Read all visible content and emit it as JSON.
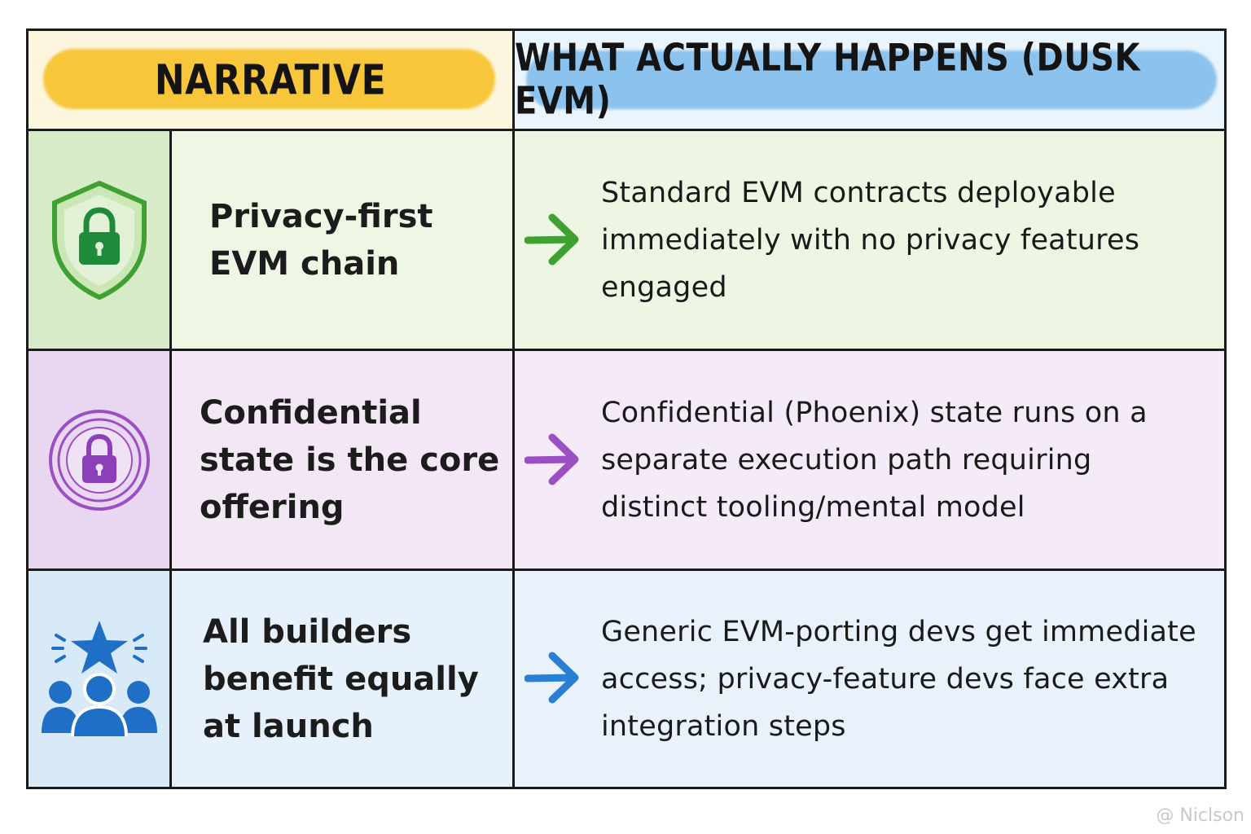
{
  "header": {
    "left": "NARRATIVE",
    "right": "WHAT ACTUALLY HAPPENS (DUSK EVM)"
  },
  "rows": [
    {
      "icon": "shield-lock-icon",
      "narrative": "Privacy-first EVM chain",
      "reality": "Standard EVM contracts deployable immediately with no privacy features engaged",
      "accent": "#3fa132"
    },
    {
      "icon": "target-lock-icon",
      "narrative": "Confidential state is the core offering",
      "reality": "Confidential (Phoenix) state runs on a separate execution path requiring distinct tooling/mental model",
      "accent": "#9a4fc2"
    },
    {
      "icon": "builders-star-icon",
      "narrative": "All builders benefit equally at launch",
      "reality": "Generic EVM-porting devs get immediate access; privacy-feature devs face extra integration steps",
      "accent": "#2a7fd4"
    }
  ],
  "colors": {
    "header_left_bg": "#fdf6df",
    "header_right_bg": "#eaf4fc",
    "header_left_stroke": "#f7c63a",
    "header_right_stroke": "#8cc3ee",
    "row1_bg": "#eef6e4",
    "row2_bg": "#f3e9f7",
    "row3_bg": "#e8f2fb"
  },
  "watermark": "@ Niclson"
}
